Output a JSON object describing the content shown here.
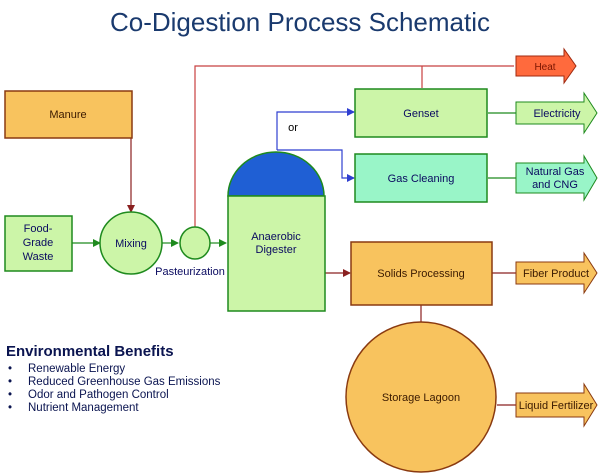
{
  "title": "Co-Digestion Process Schematic",
  "colors": {
    "title": "#1a3a6e",
    "orange_fill": "#f8c35e",
    "orange_stroke": "#8a3a10",
    "green_fill": "#ccf5a8",
    "green_stroke": "#1e8a1e",
    "teal_fill": "#99f5c8",
    "heat_fill": "#ff6a3d",
    "red_line": "#c84040",
    "dark_red_line": "#8a2020",
    "blue_line": "#2f3fd0",
    "digester_dome": "#1f5fd4"
  },
  "nodes": {
    "manure": "Manure",
    "food_grade_waste": [
      "Food-",
      "Grade",
      "Waste"
    ],
    "mixing": "Mixing",
    "pasteurization": "Pasteurization",
    "anaerobic_digester": [
      "Anaerobic",
      "Digester"
    ],
    "genset": "Genset",
    "gas_cleaning": "Gas Cleaning",
    "solids_processing": "Solids Processing",
    "storage_lagoon": "Storage Lagoon",
    "or_label": "or"
  },
  "outputs": {
    "heat": "Heat",
    "electricity": "Electricity",
    "natural_gas": [
      "Natural Gas",
      "and CNG"
    ],
    "fiber_product": "Fiber Product",
    "liquid_fertilizer": "Liquid Fertilizer"
  },
  "benefits": {
    "heading": "Environmental Benefits",
    "items": [
      "Renewable Energy",
      "Reduced Greenhouse Gas Emissions",
      "Odor and Pathogen Control",
      "Nutrient Management"
    ]
  }
}
